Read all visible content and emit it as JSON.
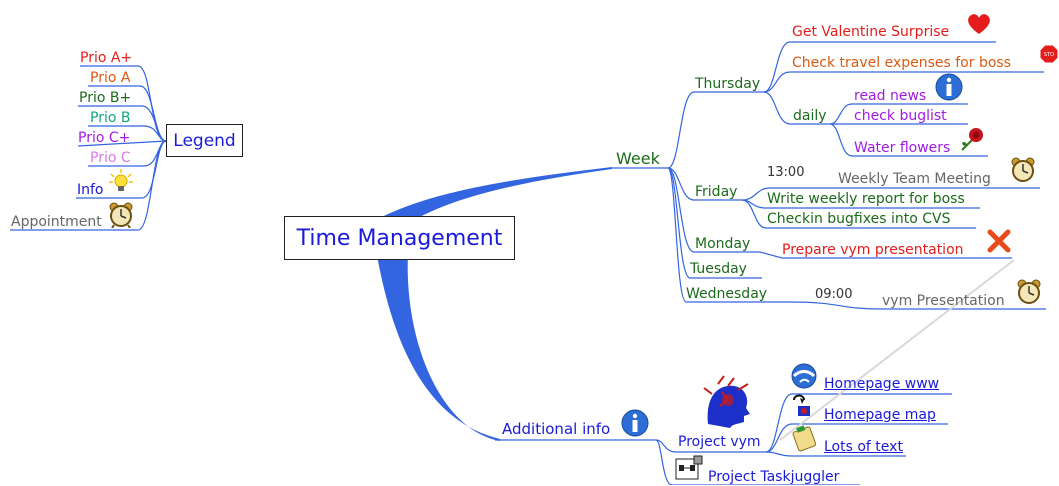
{
  "colors": {
    "edge": "#3465e0",
    "blue": "#1a1ad9",
    "green": "#1c6b1c",
    "red": "#e51c1c",
    "orange": "#d95a12",
    "purple": "#a21ce0",
    "teal": "#14a37a",
    "pink": "#d97ae8",
    "gray": "#666666"
  },
  "root": {
    "label": "Time Management"
  },
  "legend": {
    "label": "Legend",
    "items": [
      {
        "label": "Prio A+"
      },
      {
        "label": "Prio A"
      },
      {
        "label": "Prio B+"
      },
      {
        "label": "Prio B"
      },
      {
        "label": "Prio C+"
      },
      {
        "label": "Prio C"
      },
      {
        "label": "Info",
        "icon": "lightbulb-icon"
      },
      {
        "label": "Appointment",
        "icon": "alarm-clock-icon"
      }
    ]
  },
  "week": {
    "label": "Week",
    "thursday": {
      "label": "Thursday",
      "items": [
        {
          "label": "Get Valentine Surprise",
          "icon": "heart-icon"
        },
        {
          "label": "Check travel expenses for boss",
          "icon": "stop-sign-icon"
        }
      ],
      "daily": {
        "label": "daily",
        "items": [
          {
            "label": "read news",
            "icon": "info-icon"
          },
          {
            "label": "check buglist"
          },
          {
            "label": "Water flowers",
            "icon": "rose-icon"
          }
        ]
      }
    },
    "friday": {
      "label": "Friday",
      "items": [
        {
          "time": "13:00",
          "label": "Weekly Team Meeting",
          "icon": "alarm-clock-icon"
        },
        {
          "label": "Write weekly report for boss"
        },
        {
          "label": "Checkin bugfixes into CVS"
        }
      ]
    },
    "monday": {
      "label": "Monday",
      "items": [
        {
          "label": "Prepare  vym presentation",
          "icon": "cross-icon"
        }
      ]
    },
    "tuesday": {
      "label": "Tuesday"
    },
    "wednesday": {
      "label": "Wednesday",
      "items": [
        {
          "time": "09:00",
          "label": "vym Presentation",
          "icon": "alarm-clock-icon"
        }
      ]
    }
  },
  "additional": {
    "label": "Additional info",
    "icon": "info-icon",
    "project_vym": {
      "label": "Project vym",
      "image": "head-image",
      "links": [
        {
          "label": "Homepage www",
          "icon": "globe-link-icon"
        },
        {
          "label": "Homepage map",
          "icon": "map-link-icon"
        },
        {
          "label": "Lots of text",
          "icon": "note-icon"
        }
      ]
    },
    "project_taskjuggler": {
      "label": "Project Taskjuggler",
      "icon": "flowchart-icon"
    }
  }
}
